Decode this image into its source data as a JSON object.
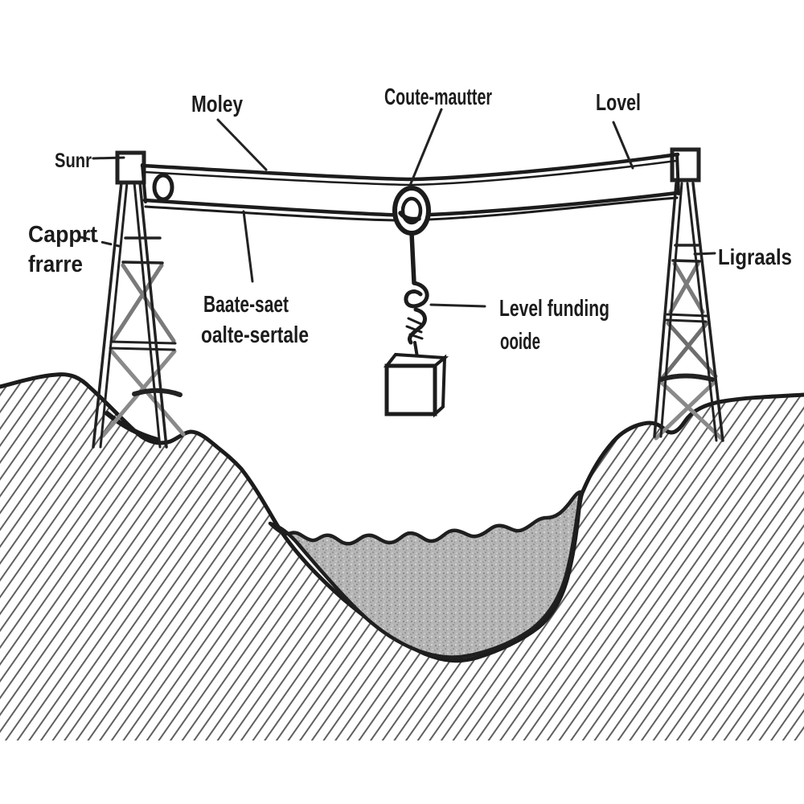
{
  "diagram": {
    "type": "hand-drawn engineering diagram of a cableway spanning an excavated channel",
    "labels": {
      "sunr": "Sunr",
      "moley": "Moley",
      "coute_mautter": "Coute-mautter",
      "lovel": "Lovel",
      "capprt_line1": "Capprt",
      "capprt_line2": "frarre",
      "baate_line1": "Baate-saet",
      "baate_line2": "oalte-sertale",
      "level_funding_line1": "Level funding",
      "level_funding_line2": "ooide",
      "ligraals": "Ligraals"
    },
    "colors": {
      "ink": "#1c1c1c",
      "hatch": "#606060",
      "stipple_base": "#b5b5b5",
      "background": "#ffffff"
    }
  }
}
